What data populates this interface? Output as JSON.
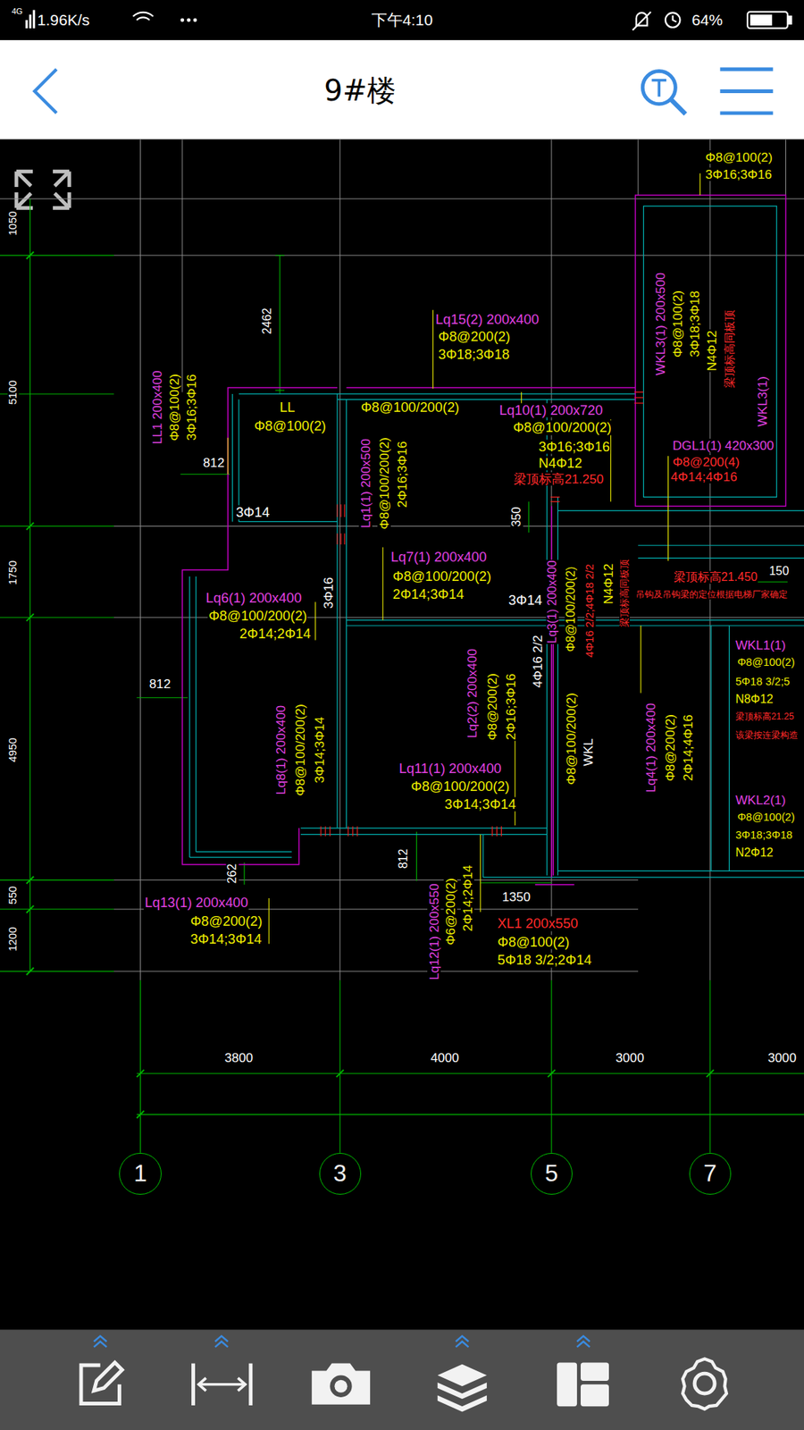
{
  "diagram": {
    "title": "9#楼",
    "nodes": [
      {
        "text": [
          "1"
        ]
      },
      {
        "text": [
          "3"
        ]
      },
      {
        "text": [
          "5"
        ]
      },
      {
        "text": [
          "7"
        ]
      }
    ],
    "labels": [
      "4G",
      "1.96K/s",
      "下午4:10",
      "64%",
      "1050",
      "5100",
      "1750",
      "4950",
      "550",
      "1200",
      "Φ8@100(2)",
      "3Φ16;3Φ16",
      "2462",
      "Lq15(2) 200x400",
      "Φ8@200(2)",
      "3Φ18;3Φ18",
      "LL1 200x400",
      "Φ8@100(2)",
      "3Φ16;3Φ16",
      "812",
      "LL",
      "Φ8@100(2)",
      "Φ8@100/200(2)",
      "Lq1(1) 200x500",
      "Φ8@100/200(2)",
      "2Φ16;3Φ16",
      "Lq10(1) 200x720",
      "Φ8@100/200(2)",
      "3Φ16;3Φ16",
      "N4Φ12",
      "梁顶标高21.250",
      "3Φ14",
      "350",
      "WKL3(1) 200x500",
      "Φ8@100(2)",
      "3Φ18;3Φ18",
      "N4Φ12",
      "梁顶标高同板顶",
      "WKL3(1)",
      "DGL1(1) 420x300",
      "Φ8@200(4)",
      "4Φ14;4Φ16",
      "Lq7(1) 200x400",
      "Φ8@100/200(2)",
      "2Φ14;3Φ14",
      "Lq6(1) 200x400",
      "Φ8@100/200(2)",
      "2Φ14;2Φ14",
      "3Φ16",
      "3Φ14",
      "Lq3(1) 200x400",
      "Φ8@100/200(2)",
      "4Φ16 2/2;4Φ18 2/2",
      "N4Φ12",
      "梁顶标高同板顶",
      "4Φ16 2/2",
      "梁顶标高21.450",
      "吊钩及吊钩梁的定位根据电梯厂家确定",
      "150",
      "812",
      "Lq8(1) 200x400",
      "Φ8@100/200(2)",
      "3Φ14;3Φ14",
      "Lq2(2) 200x400",
      "Φ8@200(2)",
      "2Φ16;3Φ16",
      "Φ8@100/200(2)",
      "WKL",
      "Lq4(1) 200x400",
      "Φ8@200(2)",
      "2Φ14;4Φ16",
      "WKL1(1)",
      "Φ8@100(2)",
      "5Φ18 3/2;5",
      "N8Φ12",
      "梁顶标高21.25",
      "该梁按连梁构造",
      "WKL2(1)",
      "Φ8@100(2)",
      "3Φ18;3Φ18",
      "N2Φ12",
      "Lq11(1) 200x400",
      "Φ8@100/200(2)",
      "3Φ14;3Φ14",
      "262",
      "812",
      "Lq13(1) 200x400",
      "Φ8@200(2)",
      "3Φ14;3Φ14",
      "Lq12(1) 200x550",
      "Φ6@200(2)",
      "2Φ14;2Φ14",
      "1350",
      "XL1 200x550",
      "Φ8@100(2)",
      "5Φ18 3/2;2Φ14",
      "3800",
      "4000",
      "3000",
      "3000"
    ]
  }
}
